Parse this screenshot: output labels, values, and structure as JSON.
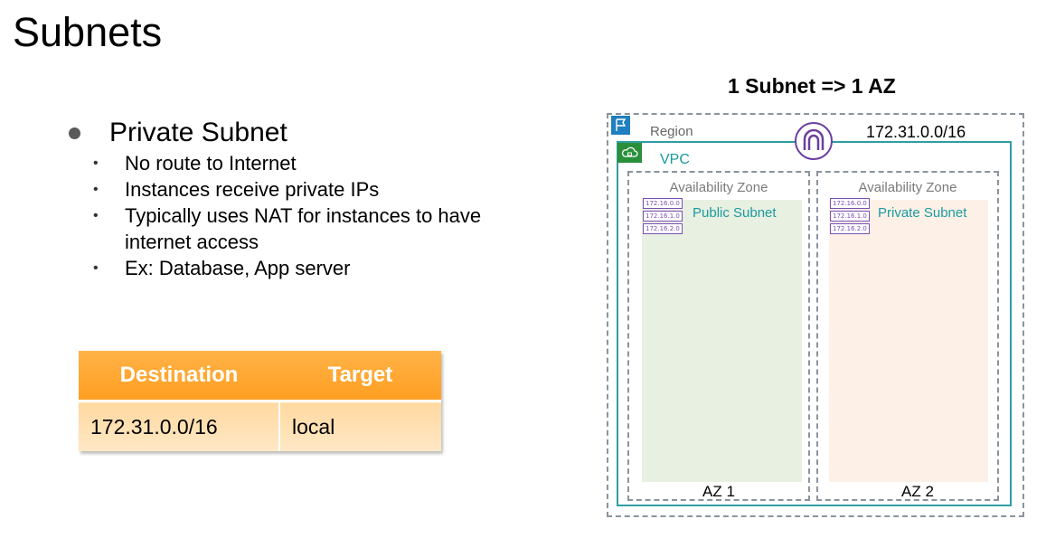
{
  "slide": {
    "title": "Subnets",
    "bullet": "Private Subnet",
    "sub_bullets": [
      "No route to Internet",
      "Instances receive private IPs",
      "Typically uses NAT for instances to have internet access",
      "Ex: Database, App server"
    ]
  },
  "route_table": {
    "headers": [
      "Destination",
      "Target"
    ],
    "rows": [
      [
        "172.31.0.0/16",
        "local"
      ]
    ]
  },
  "diagram": {
    "title": "1 Subnet => 1 AZ",
    "region_label": "Region",
    "vpc_label": "VPC",
    "vpc_cidr": "172.31.0.0/16",
    "zones": [
      {
        "label": "Availability Zone",
        "name": "AZ 1",
        "subnet_label": "Public Subnet",
        "cidrs": [
          "172.16.0.0",
          "172.16.1.0",
          "172.16.2.0"
        ]
      },
      {
        "label": "Availability Zone",
        "name": "AZ 2",
        "subnet_label": "Private Subnet",
        "cidrs": [
          "172.16.0.0",
          "172.16.1.0",
          "172.16.2.0"
        ]
      }
    ],
    "colors": {
      "region_flag": "#1f7fc0",
      "vpc_border": "#2e9ea3",
      "vpc_badge": "#2a8f3a",
      "igw": "#6b3fa0",
      "public_subnet_bg": "#e8f0e1",
      "private_subnet_bg": "#fdf1e7",
      "table_header": "#ffa733"
    },
    "icons": [
      "region-flag-icon",
      "vpc-cloud-icon",
      "internet-gateway-icon",
      "subnet-cidr-icon"
    ]
  }
}
